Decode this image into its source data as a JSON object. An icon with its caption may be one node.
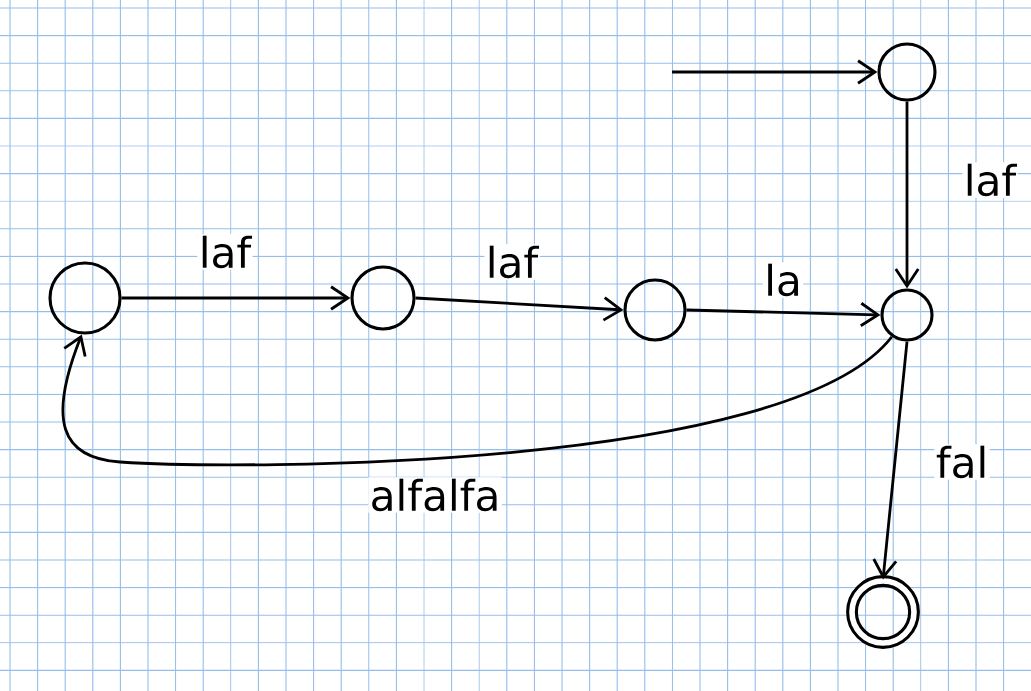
{
  "diagram": {
    "nodes": [
      {
        "text": [],
        "shape": "circle"
      },
      {
        "text": [],
        "shape": "circle"
      },
      {
        "text": [],
        "shape": "circle"
      },
      {
        "text": [],
        "shape": "circle"
      },
      {
        "text": [],
        "shape": "circle"
      },
      {
        "text": [],
        "shape": "ring"
      }
    ],
    "edges": [
      {
        "from": null,
        "to": 0,
        "arrow": "to"
      },
      {
        "from": 0,
        "to": 4,
        "arrow": "to",
        "label": "laf"
      },
      {
        "from": 1,
        "to": 2,
        "arrow": "to",
        "label": "laf"
      },
      {
        "from": 2,
        "to": 3,
        "arrow": "to",
        "label": "laf"
      },
      {
        "from": 3,
        "to": 4,
        "arrow": "to",
        "label": "la"
      },
      {
        "from": 4,
        "to": 1,
        "arrow": "to",
        "label": "alfalfa"
      },
      {
        "from": 4,
        "to": 5,
        "arrow": "to",
        "label": "fal"
      }
    ]
  }
}
